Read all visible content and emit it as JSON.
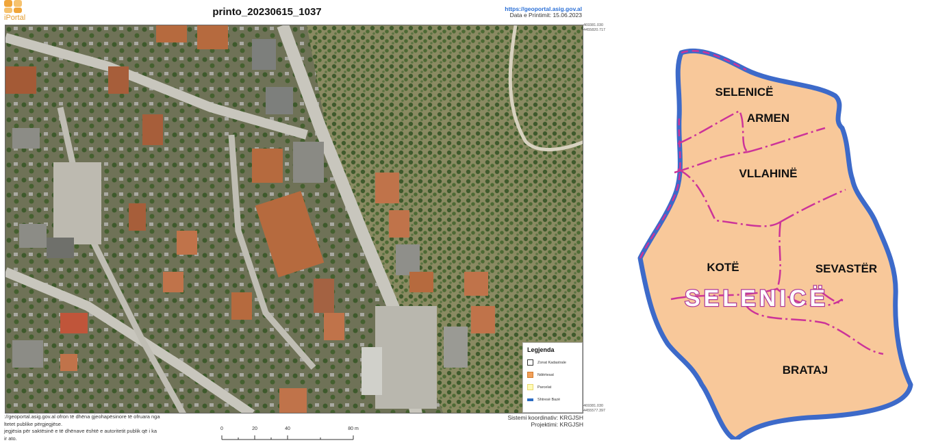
{
  "print": {
    "logo_text": "iPortal",
    "title": "printo_20230615_1037",
    "portal_url": "https://geoportal.asig.gov.al",
    "print_date": "Data e Printimit: 15.06.2023",
    "coord_top_right": [
      "469381.030",
      "4455820.717"
    ],
    "coord_bottom_right": [
      "469381.030",
      "4455577.397"
    ],
    "legend": {
      "title": "Legjenda",
      "items": [
        {
          "label": "Zonat Kadastrale",
          "color": "#ffffff",
          "border": "#333333"
        },
        {
          "label": "Ndërtesat",
          "color": "#f2a05a",
          "border": "#d07a2c"
        },
        {
          "label": "Parcelat",
          "color": "#fffbb5",
          "border": "#e8d870"
        },
        {
          "label": "Shtresë Bazë",
          "color": "#2d6cc2",
          "border": "#2d6cc2"
        }
      ]
    },
    "disclaimer": [
      "://geoportal.asig.gov.al ofron të dhëna gjeohapësinore të ofruara nga",
      "ltetet publike përgjegjëse.",
      "jegjësia për saktësinë e të dhënave është e autoritetit publik që i ka",
      "ir ato."
    ],
    "scale": {
      "ticks": [
        "0",
        "20",
        "40",
        "80 m"
      ]
    },
    "coordinate_system": "Sistemi koordinativ: KRGJSH",
    "projection": "Projektimi: KRGJSH"
  },
  "district_map": {
    "name": "SELENICË",
    "fill_color": "#f8c89a",
    "border_color": "#3d6ac9",
    "internal_border_color": "#cc3399",
    "units": [
      "SELENICË",
      "ARMEN",
      "VLLAHINË",
      "KOTË",
      "SEVASTËR",
      "BRATAJ"
    ]
  }
}
